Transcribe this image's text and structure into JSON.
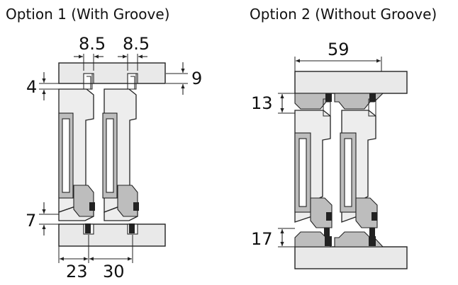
{
  "option1": {
    "title": "Option 1 (With Groove)",
    "dims": {
      "top_left_width": "8.5",
      "top_right_width": "8.5",
      "groove_depth_left": "4",
      "groove_depth_right": "9",
      "bottom_height": "7",
      "bottom_left_offset": "23",
      "bottom_spacing": "30"
    }
  },
  "option2": {
    "title": "Option 2 (Without Groove)",
    "dims": {
      "top_width": "59",
      "top_height": "13",
      "bottom_height": "17"
    }
  }
}
